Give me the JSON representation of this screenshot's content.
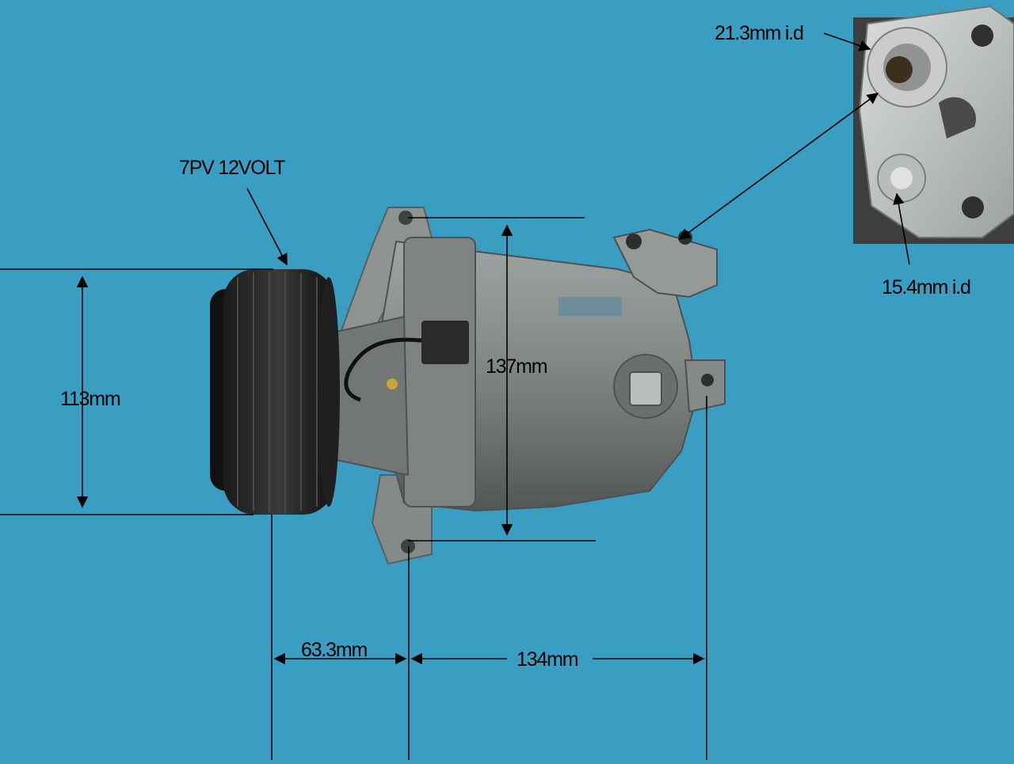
{
  "image": {
    "subject": "Automotive A/C compressor with pulley, photographed on a blue background, with dimension annotations",
    "background_color": "#3a9dc2"
  },
  "annotations": {
    "pulley": "7PV 12VOLT",
    "height_pulley": "113mm",
    "height_mount": "137mm",
    "width_front": "63.3mm",
    "width_body": "134mm",
    "port_large": "21.3mm i.d",
    "port_small": "15.4mm i.d"
  }
}
